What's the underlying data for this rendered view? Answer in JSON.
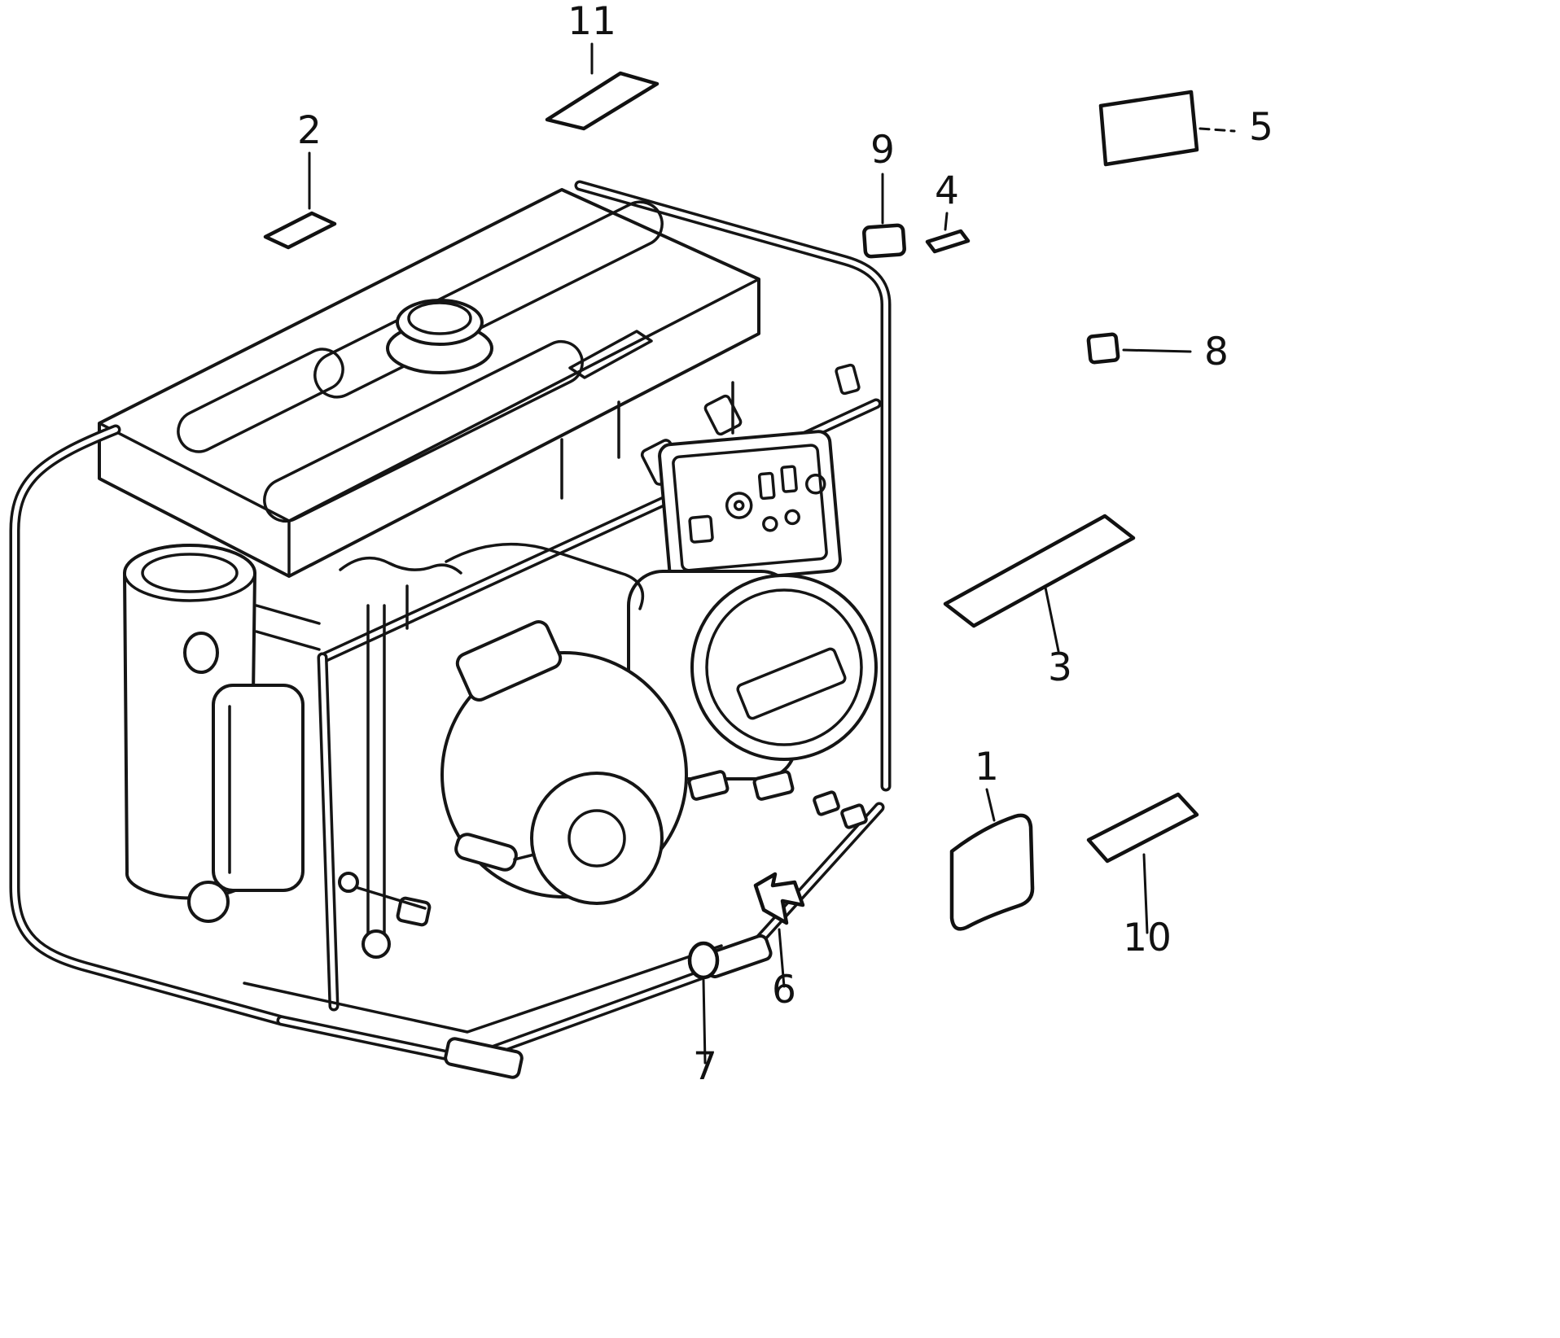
{
  "colors": {
    "ink": "#151515",
    "paper": "#ffffff"
  },
  "callouts": [
    {
      "part": 1,
      "label": "1"
    },
    {
      "part": 2,
      "label": "2"
    },
    {
      "part": 3,
      "label": "3"
    },
    {
      "part": 4,
      "label": "4"
    },
    {
      "part": 5,
      "label": "5"
    },
    {
      "part": 6,
      "label": "6"
    },
    {
      "part": 7,
      "label": "7"
    },
    {
      "part": 8,
      "label": "8"
    },
    {
      "part": 9,
      "label": "9"
    },
    {
      "part": 10,
      "label": "10"
    },
    {
      "part": 11,
      "label": "11"
    }
  ]
}
